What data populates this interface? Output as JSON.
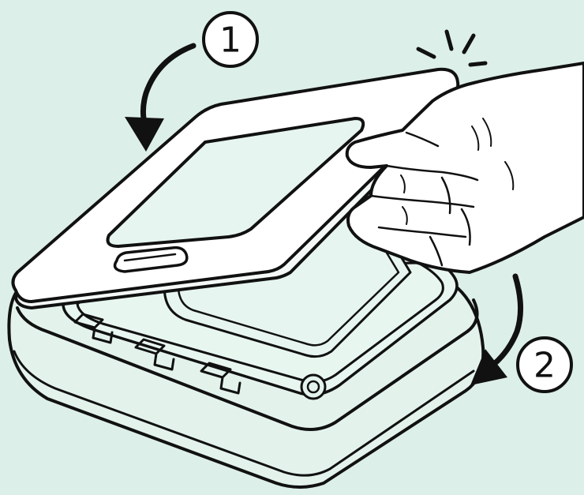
{
  "steps": [
    {
      "number": "1",
      "action": "press-down-arrow"
    },
    {
      "number": "2",
      "action": "swing-down-arrow"
    }
  ],
  "colors": {
    "background": "#dcefe8",
    "device_fill": "#e3f3ec",
    "frame_fill": "#ffffff",
    "hand_fill": "#ffffff",
    "outline": "#111111"
  },
  "icons": [
    "circled-1-icon",
    "circled-2-icon",
    "curved-arrow-icon",
    "click-burst-icon",
    "hand-icon"
  ]
}
